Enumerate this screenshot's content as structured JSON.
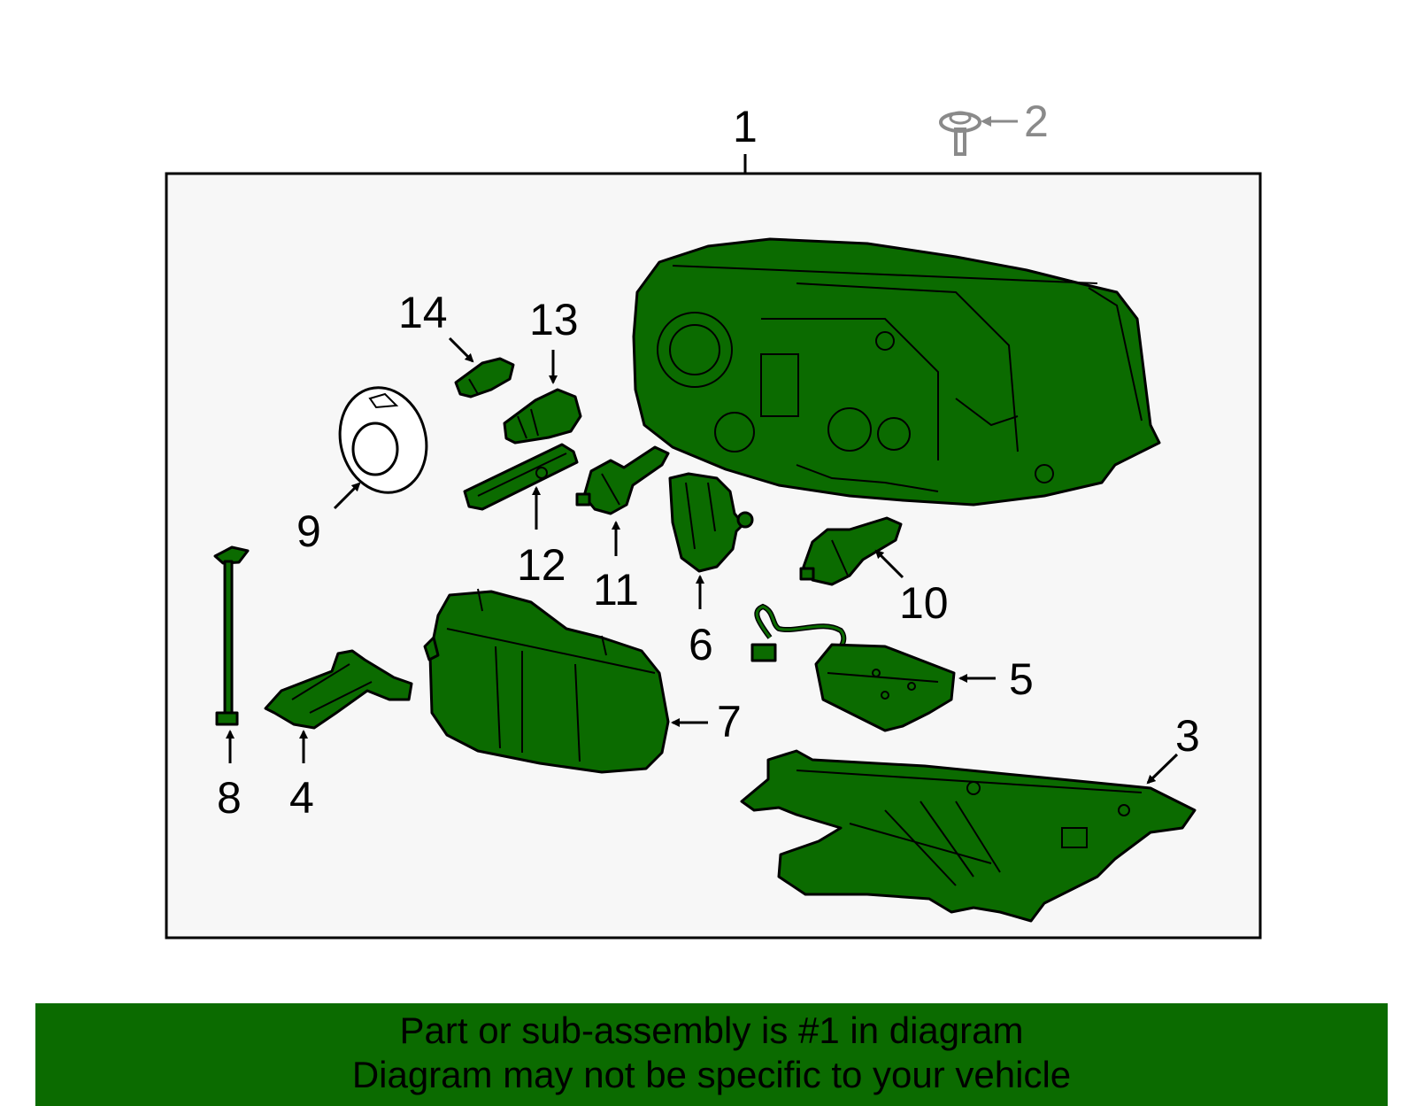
{
  "colors": {
    "part_fill": "#0b6b00",
    "frame_fill": "#f7f7f7",
    "footer_bg": "#0b6b00",
    "muted": "#8a8a8a"
  },
  "callouts": {
    "c1": "1",
    "c2": "2",
    "c3": "3",
    "c4": "4",
    "c5": "5",
    "c6": "6",
    "c7": "7",
    "c8": "8",
    "c9": "9",
    "c10": "10",
    "c11": "11",
    "c12": "12",
    "c13": "13",
    "c14": "14"
  },
  "footer": {
    "line1": "Part or sub-assembly is #1 in diagram",
    "line2": "Diagram may not be specific to your vehicle"
  }
}
